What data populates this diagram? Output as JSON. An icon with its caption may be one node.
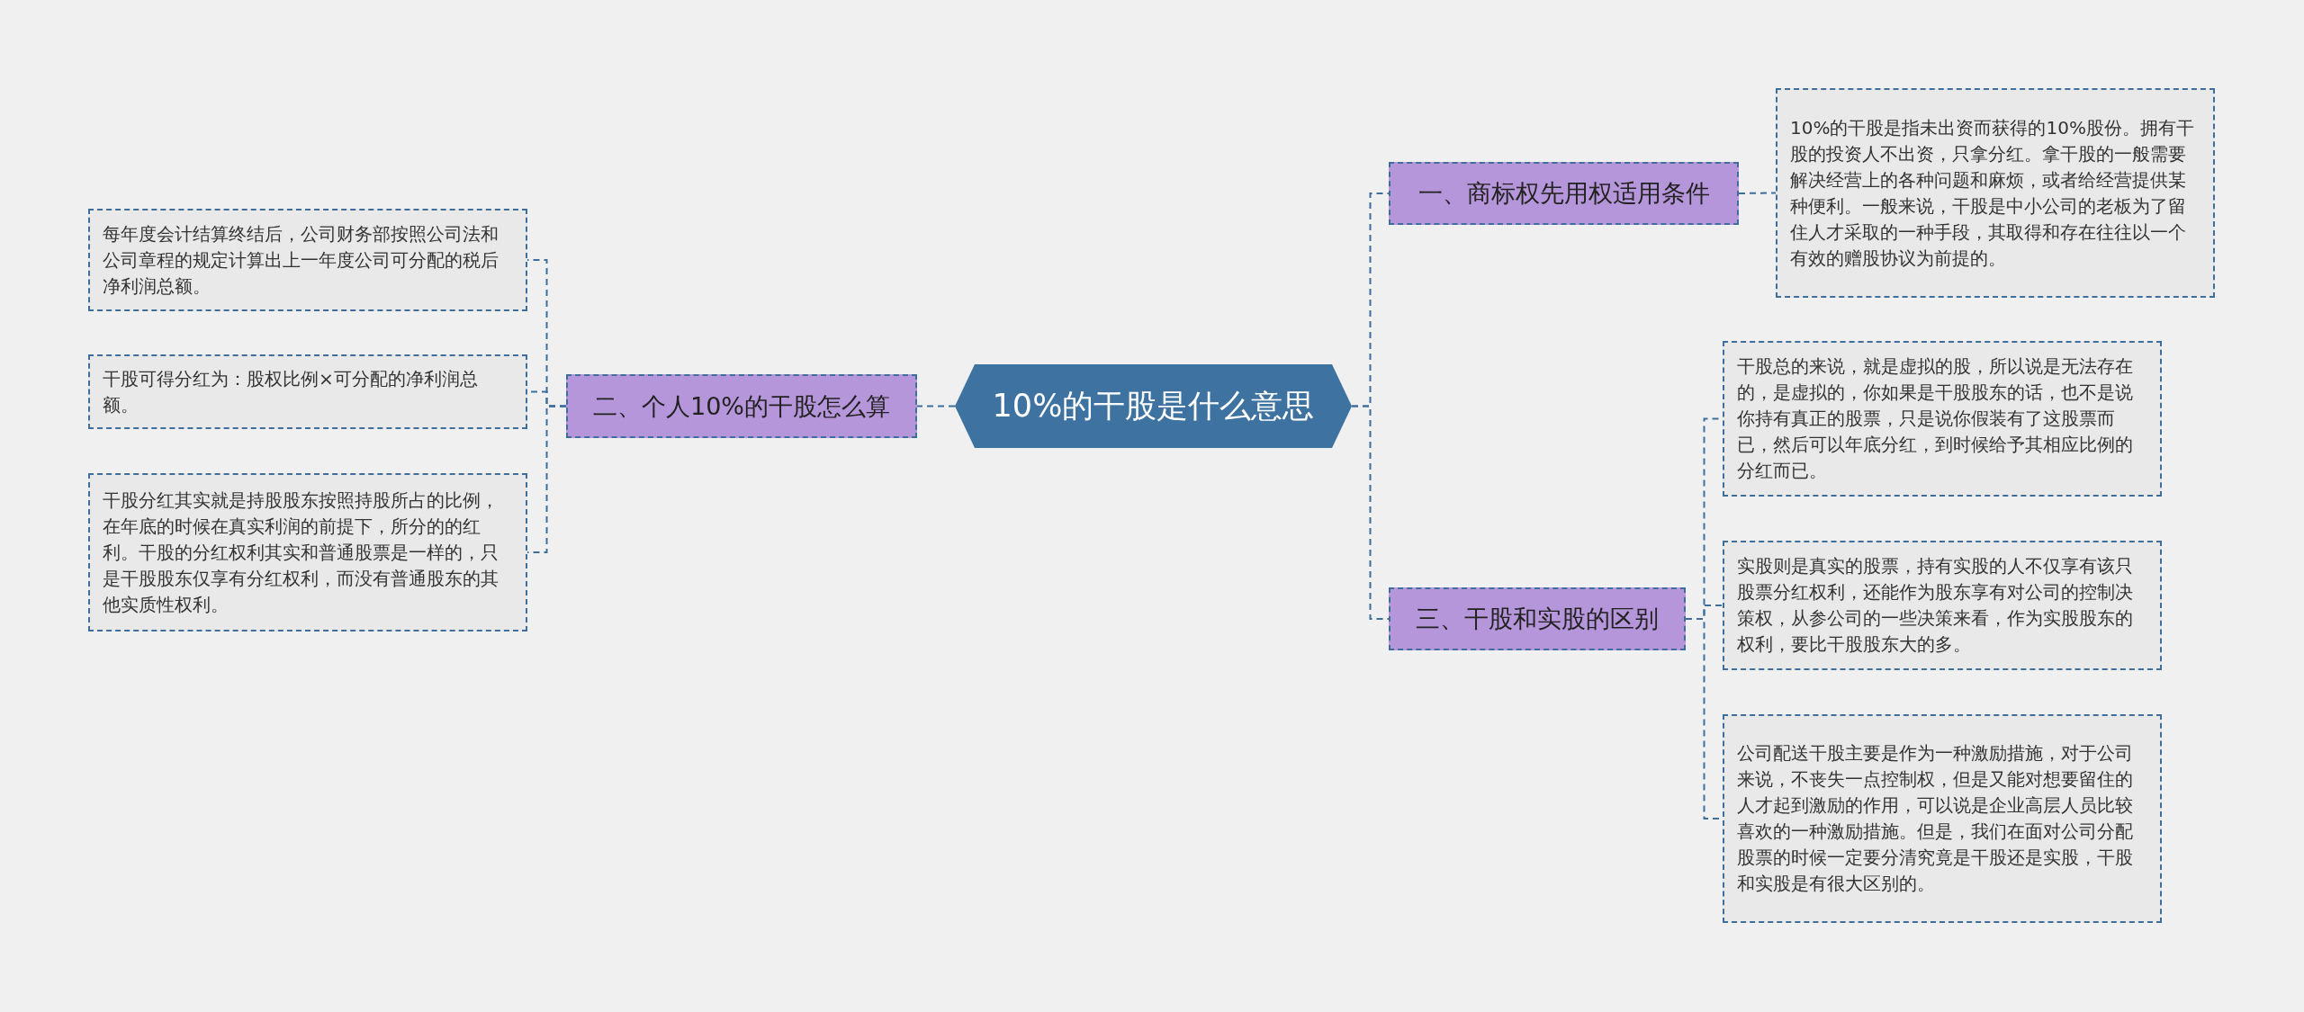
{
  "diagram": {
    "nodes": [
      {
        "text": [
          "10%的干股是什么意思"
        ]
      },
      {
        "text": [
          "二、个人10%的干股怎么算"
        ]
      },
      {
        "text": [
          "每年度会计结算终结后，公司财务部按照公司法和公司章程的规定计算出上一年度公司可分配的税后净利润总额。"
        ]
      },
      {
        "text": [
          "干股可得分红为：股权比例×可分配的净利润总额。"
        ]
      },
      {
        "text": [
          "干股分红其实就是持股股东按照持股所占的比例，在年底的时候在真实利润的前提下，所分的的红利。干股的分红权利其实和普通股票是一样的，只是干股股东仅享有分红权利，而没有普通股东的其他实质性权利。"
        ]
      },
      {
        "text": [
          "一、商标权先用权适用条件"
        ]
      },
      {
        "text": [
          "10%的干股是指未出资而获得的10%股份。拥有干股的投资人不出资，只拿分红。拿干股的一般需要解决经营上的各种问题和麻烦，或者给经营提供某种便利。一般来说，干股是中小公司的老板为了留住人才采取的一种手段，其取得和存在往往以一个有效的赠股协议为前提的。"
        ]
      },
      {
        "text": [
          "三、干股和实股的区别"
        ]
      },
      {
        "text": [
          "干股总的来说，就是虚拟的股，所以说是无法存在的，是虚拟的，你如果是干股股东的话，也不是说你持有真正的股票，只是说你假装有了这股票而已，然后可以年底分红，到时候给予其相应比例的分红而已。"
        ]
      },
      {
        "text": [
          "实股则是真实的股票，持有实股的人不仅享有该只股票分红权利，还能作为股东享有对公司的控制决策权，从参公司的一些决策来看，作为实股股东的权利，要比干股股东大的多。"
        ]
      },
      {
        "text": [
          "公司配送干股主要是作为一种激励措施，对于公司来说，不丧失一点控制权，但是又能对想要留住的人才起到激励的作用，可以说是企业高层人员比较喜欢的一种激励措施。但是，我们在面对公司分配股票的时候一定要分清究竟是干股还是实股，干股和实股是有很大区别的。"
        ]
      }
    ],
    "edges": [
      {
        "from": 0,
        "to": 1,
        "arrow": "none",
        "style": "dashed"
      },
      {
        "from": 1,
        "to": 2,
        "arrow": "none",
        "style": "dashed"
      },
      {
        "from": 1,
        "to": 3,
        "arrow": "none",
        "style": "dashed"
      },
      {
        "from": 1,
        "to": 4,
        "arrow": "none",
        "style": "dashed"
      },
      {
        "from": 0,
        "to": 5,
        "arrow": "none",
        "style": "dashed"
      },
      {
        "from": 5,
        "to": 6,
        "arrow": "none",
        "style": "dashed"
      },
      {
        "from": 0,
        "to": 7,
        "arrow": "none",
        "style": "dashed"
      },
      {
        "from": 7,
        "to": 8,
        "arrow": "none",
        "style": "dashed"
      },
      {
        "from": 7,
        "to": 9,
        "arrow": "none",
        "style": "dashed"
      },
      {
        "from": 7,
        "to": 10,
        "arrow": "none",
        "style": "dashed"
      }
    ]
  }
}
